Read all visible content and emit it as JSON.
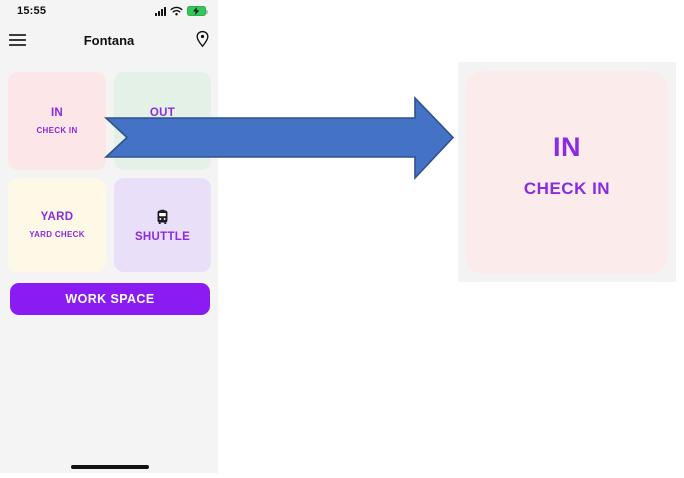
{
  "phone": {
    "status_bar": {
      "time": "15:55",
      "icons": [
        "cellular-signal-icon",
        "wifi-icon",
        "battery-charging-icon"
      ]
    },
    "header": {
      "title": "Fontana",
      "menu_icon": "hamburger-menu-icon",
      "location_icon": "location-pin-icon"
    },
    "grid": {
      "cards": [
        {
          "id": "in",
          "title": "IN",
          "subtitle": "CHECK IN",
          "bg": "#fce6e8"
        },
        {
          "id": "out",
          "title": "OUT",
          "subtitle": "",
          "bg": "#e3f1e6"
        },
        {
          "id": "yard",
          "title": "YARD",
          "subtitle": "YARD CHECK",
          "bg": "#fdf9e6"
        },
        {
          "id": "shuttle",
          "title": "SHUTTLE",
          "icon": "bus-icon",
          "bg": "#e9dff8"
        }
      ]
    },
    "workspace_button": {
      "label": "WORK SPACE",
      "bg": "#8a1bf2"
    }
  },
  "annotation_arrow": {
    "fill": "#4472c4",
    "stroke": "#2f528f",
    "direction": "right"
  },
  "zoom_card": {
    "title": "IN",
    "subtitle": "CHECK IN",
    "bg": "#fcebeb",
    "frame_bg": "#f3f3f3"
  },
  "colors": {
    "text_purple": "#8a2be2",
    "phone_bg": "#f4f4f4",
    "battery_green": "#34c759"
  }
}
